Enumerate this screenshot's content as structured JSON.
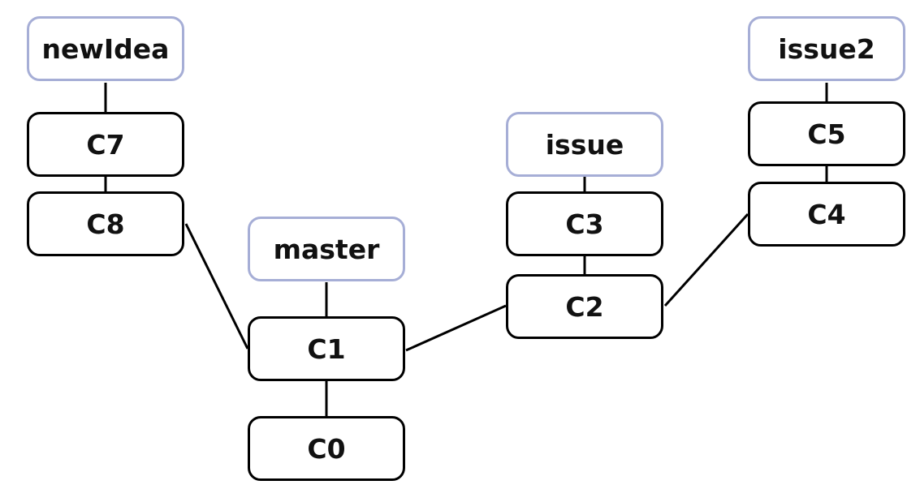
{
  "branches": {
    "newIdea": "newIdea",
    "master": "master",
    "issue": "issue",
    "issue2": "issue2"
  },
  "commits": {
    "c0": "C0",
    "c1": "C1",
    "c2": "C2",
    "c3": "C3",
    "c4": "C4",
    "c5": "C5",
    "c7": "C7",
    "c8": "C8"
  },
  "colors": {
    "branch_border": "#a6aed6",
    "commit_border": "#000000"
  }
}
